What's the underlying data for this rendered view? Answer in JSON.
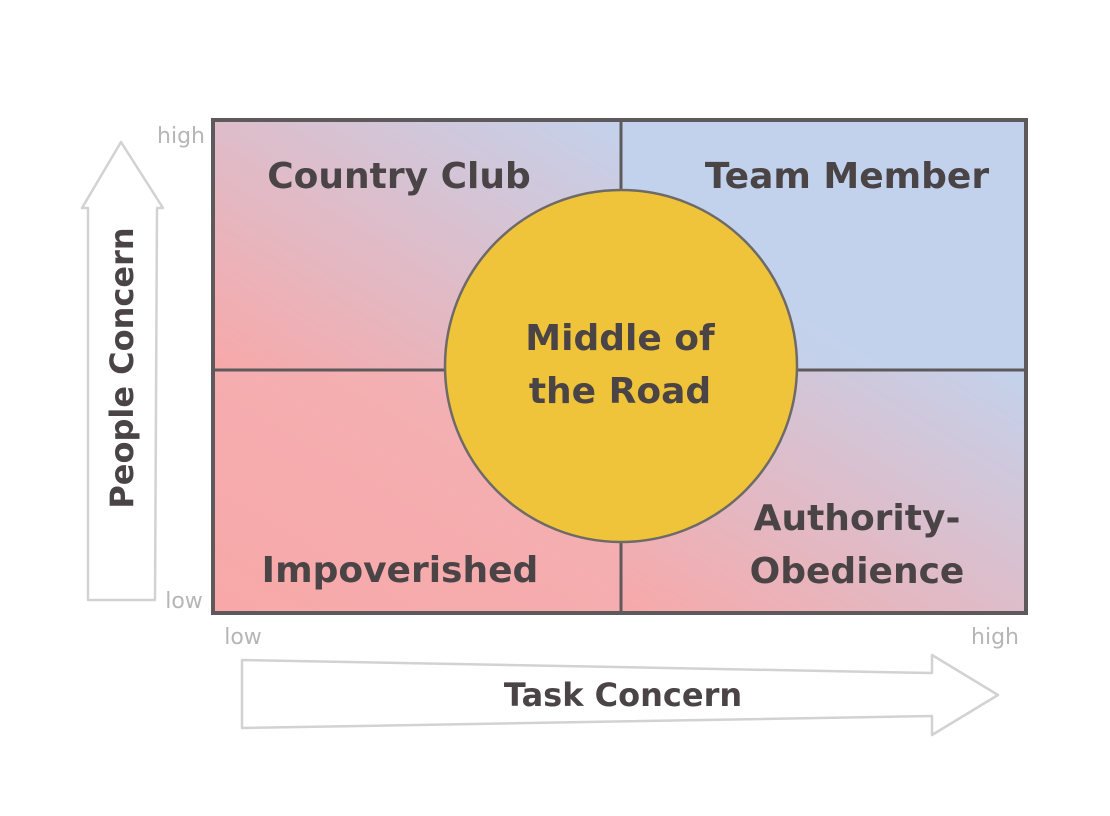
{
  "quadrants": {
    "top_left": "Country Club",
    "top_right": "Team Member",
    "bottom_left": "Impoverished",
    "bottom_right": [
      "Authority-",
      "Obedience"
    ]
  },
  "center": {
    "lines": [
      "Middle of",
      "the Road"
    ],
    "color": "#f0c43a"
  },
  "y_axis": {
    "title": "People Concern",
    "high": "high",
    "low": "low"
  },
  "x_axis": {
    "title": "Task Concern",
    "low": "low",
    "high": "high"
  },
  "colors": {
    "red": "#f8a8a8",
    "blue": "#c3d2ec",
    "border": "#5e5a5c",
    "arrow_outline": "#d2d2d2"
  }
}
